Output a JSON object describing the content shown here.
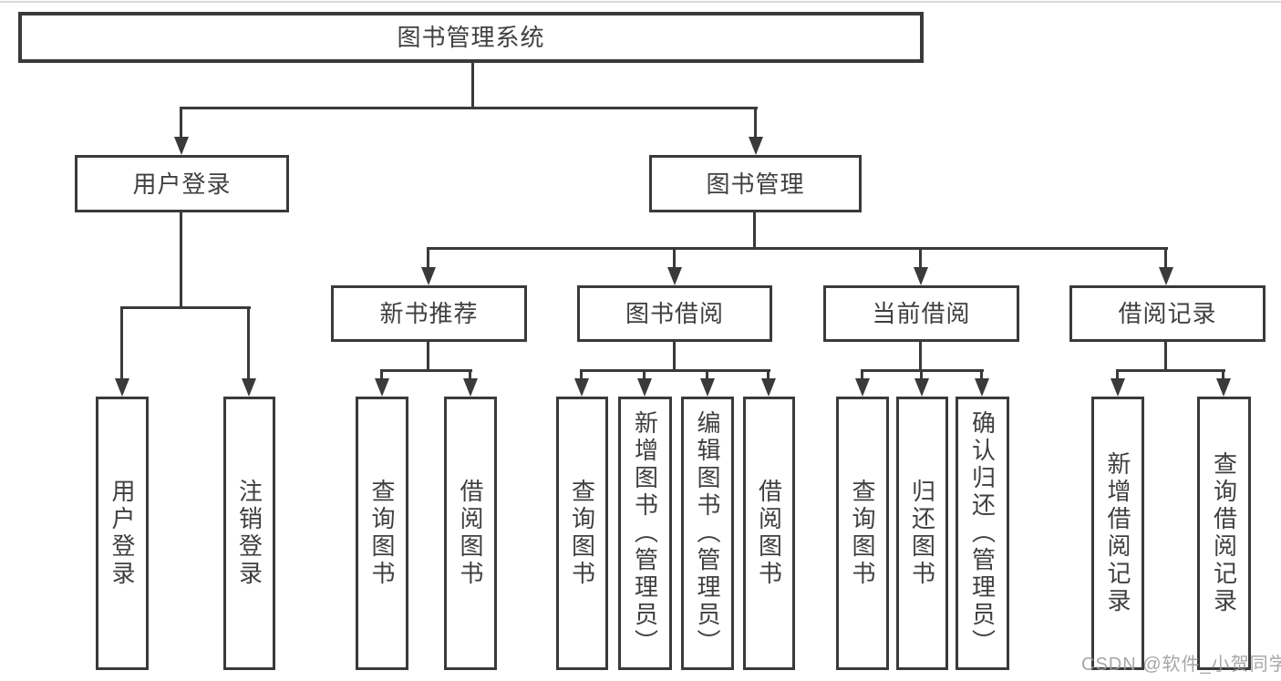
{
  "tree": {
    "root": "图书管理系统",
    "children": [
      {
        "label": "用户登录",
        "children": [
          "用户登录",
          "注销登录"
        ]
      },
      {
        "label": "图书管理",
        "children": [
          {
            "label": "新书推荐",
            "children": [
              "查询图书",
              "借阅图书"
            ]
          },
          {
            "label": "图书借阅",
            "children": [
              "查询图书",
              "新增图书（管理员）",
              "编辑图书（管理员）",
              "借阅图书"
            ]
          },
          {
            "label": "当前借阅",
            "children": [
              "查询图书",
              "归还图书",
              "确认归还（管理员）"
            ]
          },
          {
            "label": "借阅记录",
            "children": [
              "新增借阅记录",
              "查询借阅记录"
            ]
          }
        ]
      }
    ]
  },
  "watermark": {
    "text": "CSDN @软件_小贺同学",
    "color": "#9a9a9a"
  },
  "colors": {
    "line": "#3a3a3a",
    "box_border": "#3a3a3a",
    "box_background": "#ffffff",
    "text": "#3f3f3f",
    "page_background": "#ffffff"
  }
}
